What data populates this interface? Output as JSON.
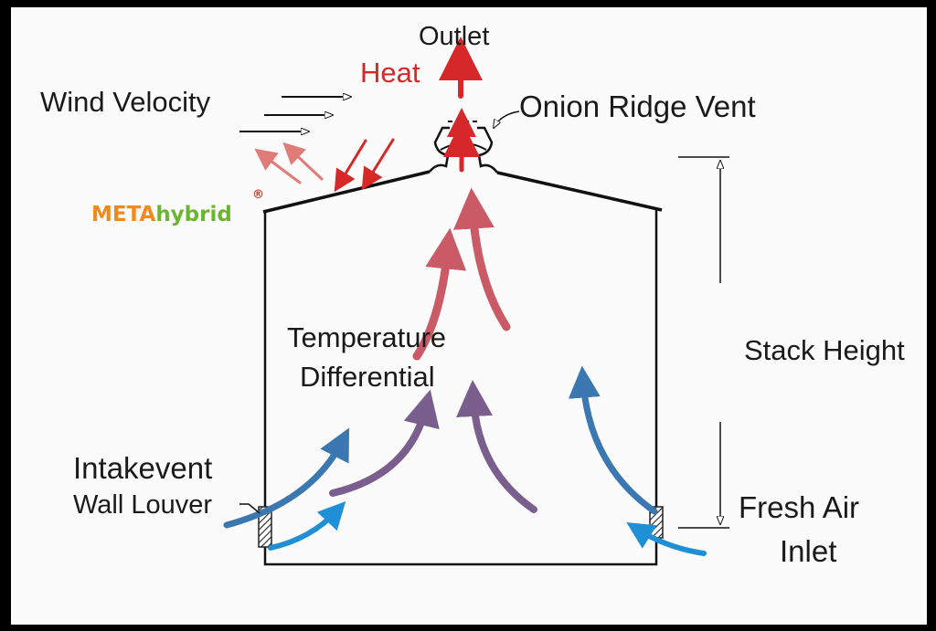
{
  "labels": {
    "outlet": "Outlet",
    "heat": "Heat",
    "wind_velocity": "Wind Velocity",
    "onion_ridge_vent": "Onion Ridge Vent",
    "stack_height": "Stack Height",
    "temperature": "Temperature",
    "differential": "Differential",
    "intakevent": "Intakevent",
    "wall_louver": "Wall Louver",
    "fresh_air": "Fresh Air",
    "inlet": "Inlet"
  },
  "logo": {
    "meta": "META",
    "hybrid": "hybrid",
    "registered": "®"
  },
  "colors": {
    "heat_red": "#d62828",
    "warm_red": "#c95a66",
    "mid_purple": "#7a5f8e",
    "cool_blue": "#3b77b0",
    "fresh_blue": "#1f8fd6",
    "frame_black": "#000000",
    "background": "#fbfbfb"
  }
}
